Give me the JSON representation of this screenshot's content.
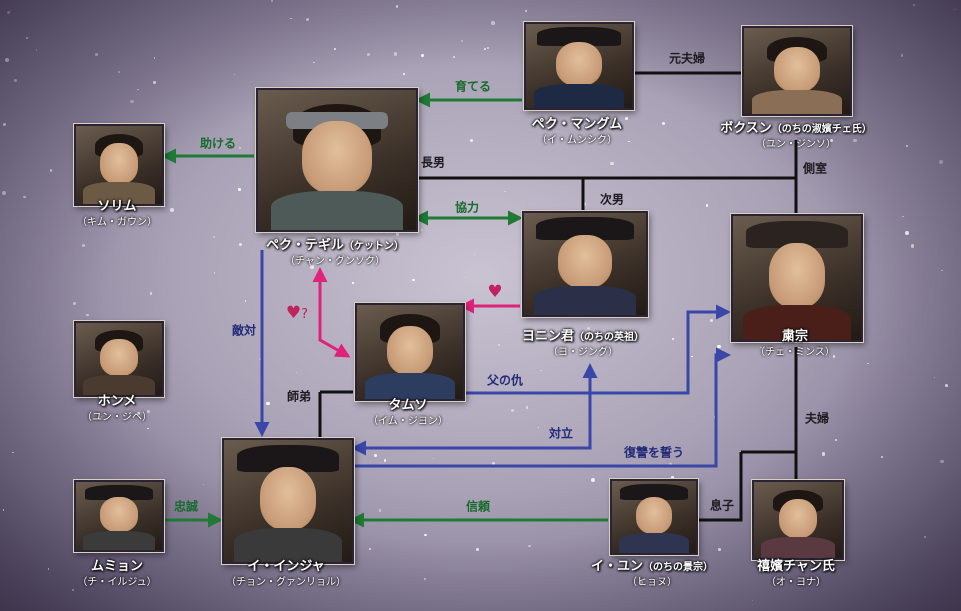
{
  "characters": {
    "baek_mangeum": {
      "name": "ペク・マングム",
      "actor": "（イ・ムンシク）"
    },
    "boksun": {
      "name": "ボクスン",
      "note": "（のちの淑嬪チェ氏）",
      "actor": "（ユン・ジンソ）"
    },
    "baek_daegil": {
      "name": "ペク・テギル",
      "note": "（ケットン）",
      "actor": "（チャン・グンソク）"
    },
    "sorim": {
      "name": "ソリム",
      "actor": "（キム・ガウン）"
    },
    "yeoning": {
      "name": "ヨニン君",
      "note": "（のちの英祖）",
      "actor": "（ヨ・ジング）"
    },
    "sukjong": {
      "name": "粛宗",
      "actor": "（チェ・ミンス）"
    },
    "damseo": {
      "name": "タムソ",
      "actor": "（イム・ジヨン）"
    },
    "hongme": {
      "name": "ホンメ",
      "actor": "（ユン・ジヘ）"
    },
    "yi_injwa": {
      "name": "イ・インジャ",
      "actor": "（チョン・グァンリョル）"
    },
    "mumyeong": {
      "name": "ムミョン",
      "actor": "（チ・イルジュ）"
    },
    "yi_yun": {
      "name": "イ・ユン",
      "note": "（のちの景宗）",
      "actor": "（ヒョヌ）"
    },
    "jang_hibin": {
      "name": "禧嬪チャン氏",
      "actor": "（オ・ヨナ）"
    }
  },
  "relations": {
    "ex_spouse": "元夫婦",
    "raise": "育てる",
    "help": "助ける",
    "eldest_son": "長男",
    "concubine": "側室",
    "cooperate": "協力",
    "second_son": "次男",
    "enemy": "敵対",
    "disciple": "師弟",
    "father_revenge": "父の仇",
    "oppose": "対立",
    "vow_revenge": "復讐を誓う",
    "husband_wife": "夫婦",
    "son": "息子",
    "loyalty": "忠誠",
    "trust": "信頼",
    "question_mark": "?"
  },
  "colors": {
    "green_arrow": "#1f7a35",
    "blue_arrow": "#3a46a8",
    "pink_arrow": "#e0237a",
    "family_line": "#111111"
  }
}
